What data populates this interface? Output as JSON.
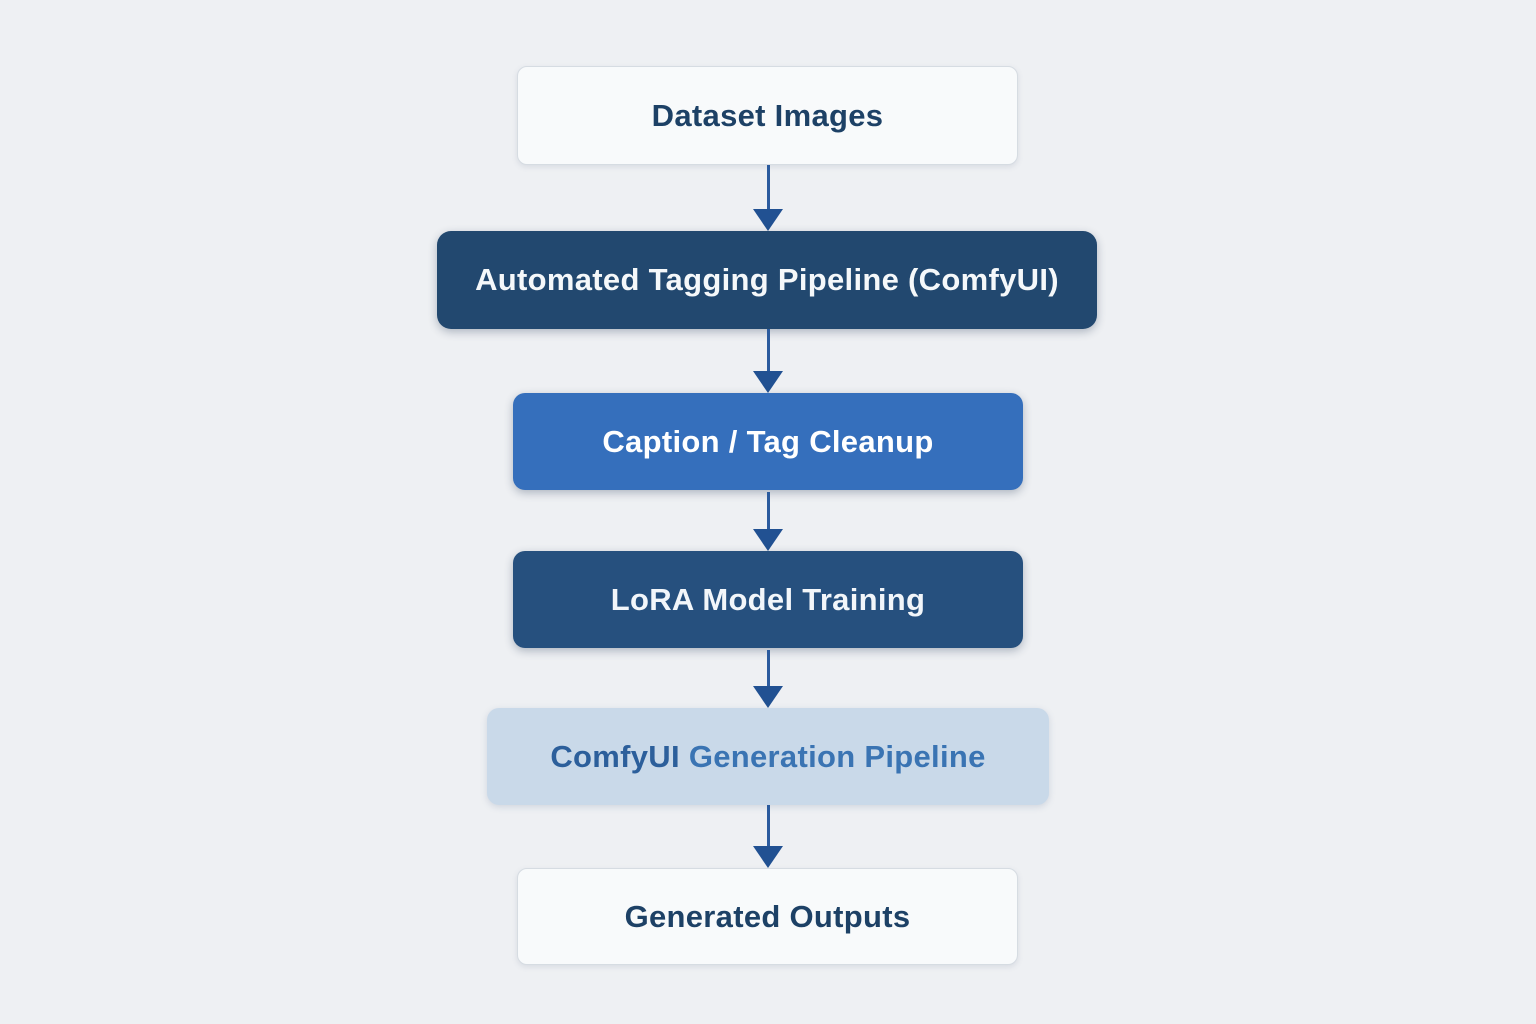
{
  "page": {
    "background_color": "#eef0f3",
    "kind": "flowchart"
  },
  "flowchart": {
    "direction": "top-to-bottom",
    "nodes": [
      {
        "id": "dataset-images",
        "label": "Dataset Images",
        "bg_color": "#f8fafb",
        "text_color": "#1d4166",
        "border_color": "#d6dce2"
      },
      {
        "id": "automated-tagging-pipeline",
        "label": "Automated Tagging Pipeline (ComfyUI)",
        "bg_color": "#22486f",
        "text_color": "#f5f8fa"
      },
      {
        "id": "caption-tag-cleanup",
        "label": "Caption / Tag Cleanup",
        "bg_color": "#356fbc",
        "text_color": "#ffffff"
      },
      {
        "id": "lora-model-training",
        "label": "LoRA Model Training",
        "bg_color": "#26507e",
        "text_color": "#f2f6fa"
      },
      {
        "id": "comfyui-generation-pipeline",
        "label": "ComfyUI Generation Pipeline",
        "label_parts": {
          "first": "ComfyUI",
          "rest": " Generation Pipeline"
        },
        "bg_color": "#c9d9e9",
        "text_color": "#3a74b3",
        "accent_text_color": "#2c5f9b"
      },
      {
        "id": "generated-outputs",
        "label": "Generated Outputs",
        "bg_color": "#f8fafb",
        "text_color": "#1d4166",
        "border_color": "#d6dce2"
      }
    ],
    "connectors": {
      "count": 5,
      "style": "straight-vertical-arrow",
      "color": "#2b5b9e",
      "head_color": "#215192"
    }
  }
}
